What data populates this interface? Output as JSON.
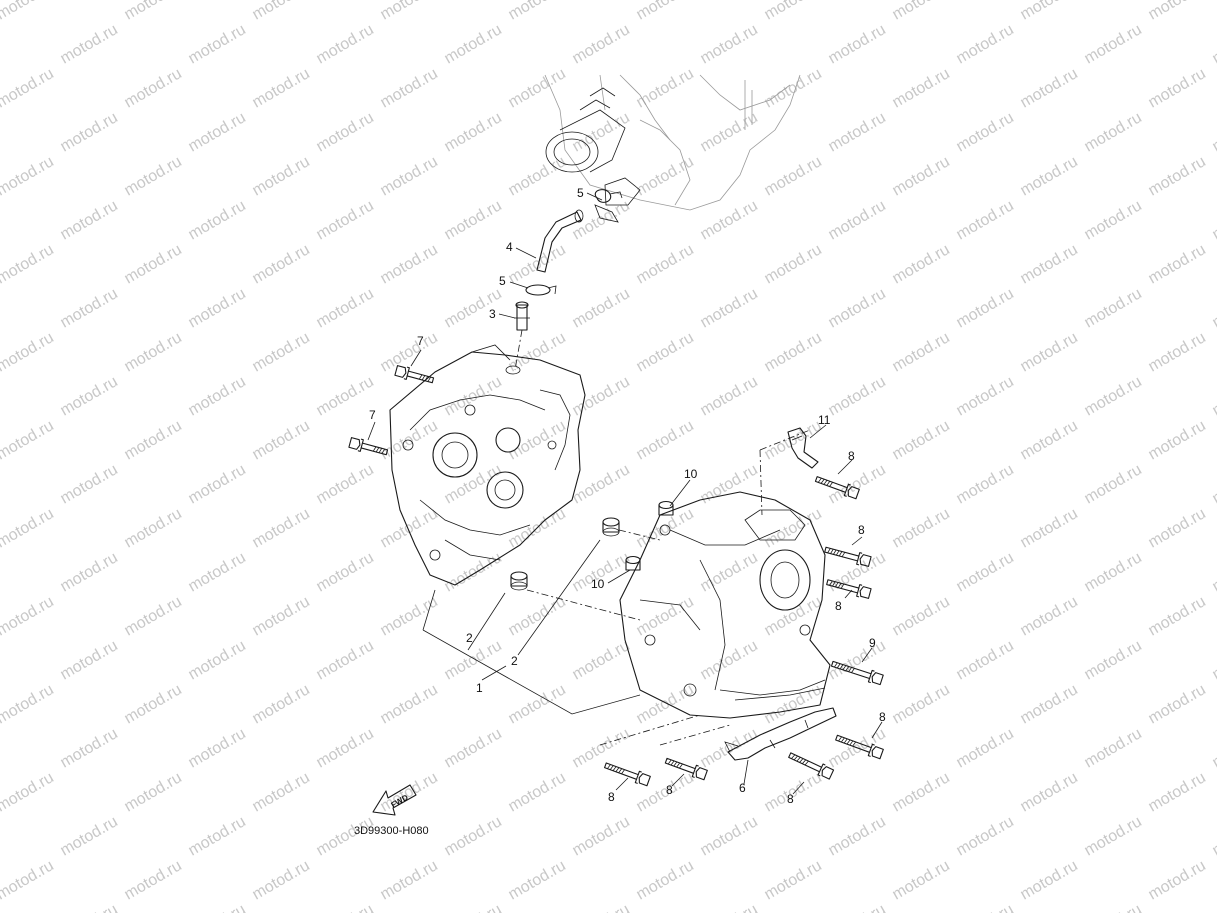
{
  "watermark": {
    "text": "motod.ru"
  },
  "diagram_code": "3D99300-H080",
  "fwd_label": "FWD",
  "callouts": {
    "c1": "1",
    "c2a": "2",
    "c2b": "2",
    "c3": "3",
    "c4": "4",
    "c5a": "5",
    "c5b": "5",
    "c6": "6",
    "c7a": "7",
    "c7b": "7",
    "c8a": "8",
    "c8b": "8",
    "c8c": "8",
    "c8d": "8",
    "c8e": "8",
    "c8f": "8",
    "c8g": "8",
    "c9": "9",
    "c10a": "10",
    "c10b": "10",
    "c11": "11"
  }
}
